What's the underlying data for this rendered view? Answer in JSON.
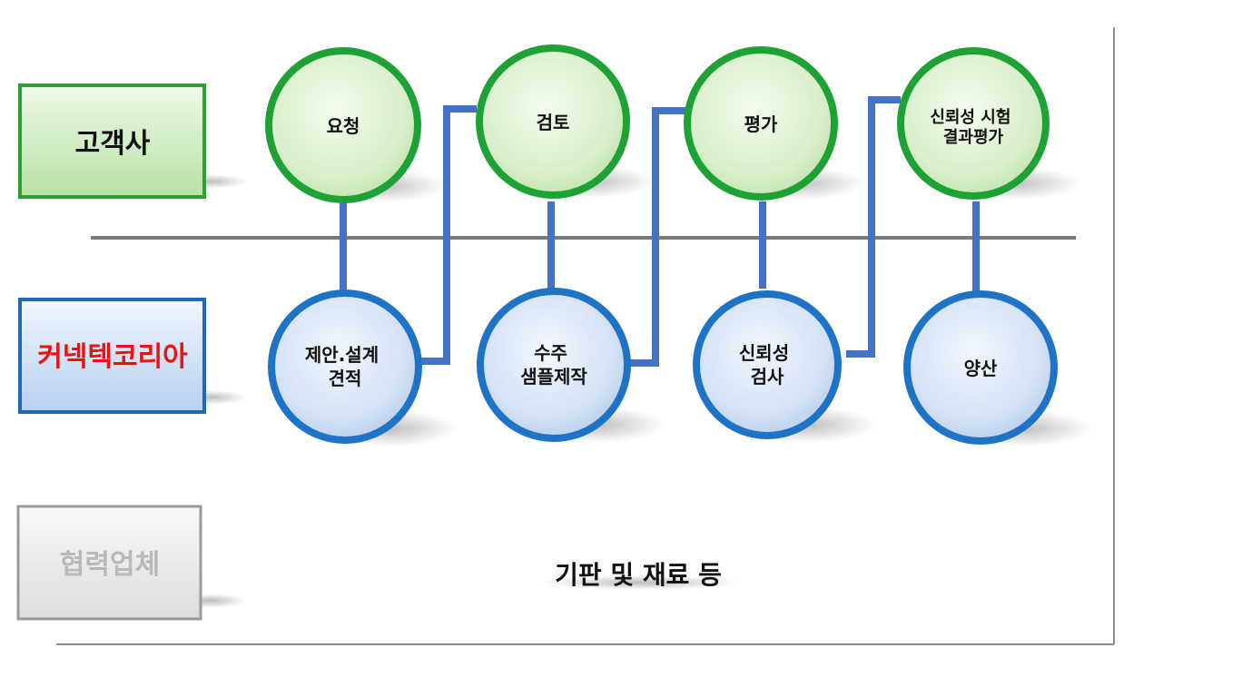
{
  "lanes": {
    "customer": {
      "label": "고객사",
      "color": "#111111"
    },
    "company": {
      "label": "커넥텍코리아",
      "color": "#ee1111"
    },
    "partner": {
      "label": "협력업체",
      "color": "#b8b8b8"
    }
  },
  "customer_steps": [
    {
      "lines": [
        "요청"
      ]
    },
    {
      "lines": [
        "검토"
      ]
    },
    {
      "lines": [
        "평가"
      ]
    },
    {
      "lines": [
        "신뢰성 시험",
        "결과평가"
      ]
    }
  ],
  "company_steps": [
    {
      "lines": [
        "제안.설계",
        "견적"
      ]
    },
    {
      "lines": [
        "수주",
        "샘플제작"
      ]
    },
    {
      "lines": [
        "신뢰성",
        "검사"
      ]
    },
    {
      "lines": [
        "양산"
      ]
    }
  ],
  "materials": {
    "label": "기판 및 재료 등"
  },
  "colors": {
    "connector": "#4472c4",
    "customer_ring": "#1ea236",
    "company_ring": "#1f73c6",
    "separator_top": "#7a7a7a",
    "separator_bottom": "#2f5597"
  }
}
